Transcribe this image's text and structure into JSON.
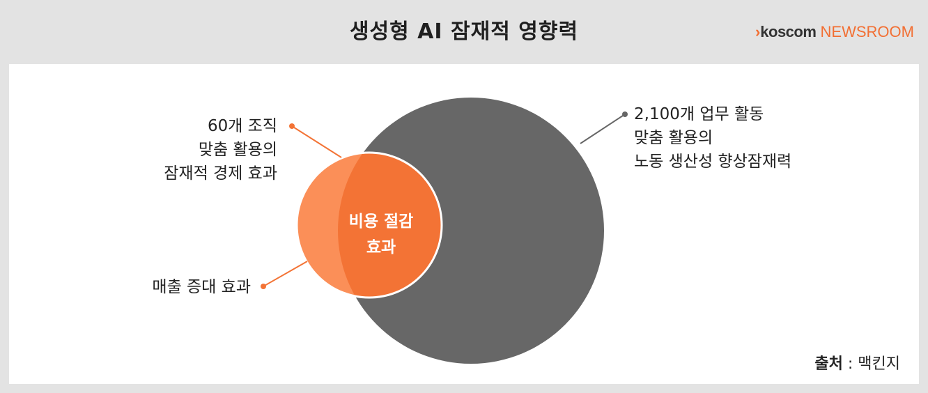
{
  "header": {
    "title": "생성형 AI 잠재적 영향력",
    "logo": {
      "arrow": "›",
      "brand": "koscom",
      "suffix": "NEWSROOM"
    }
  },
  "diagram": {
    "large_circle": {
      "lines": [
        "2,100개 업무 활동",
        "맞춤 활용의",
        "노동 생산성 향상잠재력"
      ]
    },
    "top_left": {
      "lines": [
        "60개 조직",
        "맞춤 활용의",
        "잠재적 경제 효과"
      ]
    },
    "bottom_left": {
      "lines": [
        "매출 증대 효과"
      ]
    },
    "center": {
      "lines": [
        "비용 절감",
        "효과"
      ]
    }
  },
  "source": {
    "key": "출처",
    "sep": " : ",
    "value": "맥킨지"
  },
  "colors": {
    "large_circle": "#676767",
    "orange_circle": "#f37335",
    "light_orange": "#fb8f58",
    "connector_gray": "#666666",
    "connector_orange": "#f37335",
    "background": "#e3e3e3"
  }
}
